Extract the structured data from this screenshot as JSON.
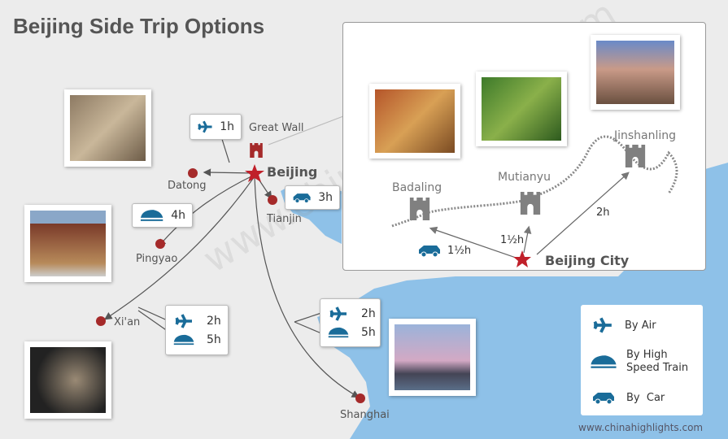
{
  "title": "Beijing Side Trip Options",
  "watermark": "www.chinahighlights.com",
  "colors": {
    "land": "#ececec",
    "sea": "#8ec1e8",
    "accent_red": "#b0282d",
    "icon_blue": "#1a6c99",
    "gray_icon": "#808080"
  },
  "cities": {
    "beijing": "Beijing",
    "great_wall": "Great Wall",
    "datong": "Datong",
    "tianjin": "Tianjin",
    "pingyao": "Pingyao",
    "xian": "Xi'an",
    "shanghai": "Shanghai"
  },
  "routes": {
    "datong": {
      "icon": "plane-icon",
      "time": "1h"
    },
    "tianjin": {
      "icon": "car-icon",
      "time": "3h"
    },
    "pingyao": {
      "icon": "train-icon",
      "time": "4h"
    },
    "xian": [
      {
        "icon": "plane-icon",
        "time": "2h"
      },
      {
        "icon": "train-icon",
        "time": "5h"
      }
    ],
    "shanghai": [
      {
        "icon": "plane-icon",
        "time": "2h"
      },
      {
        "icon": "train-icon",
        "time": "5h"
      }
    ]
  },
  "inset": {
    "center": "Beijing City",
    "sections": [
      {
        "name": "Badaling",
        "time": "1½h",
        "icon": "car-icon"
      },
      {
        "name": "Mutianyu",
        "time": "1½h"
      },
      {
        "name": "Jinshanling",
        "time": "2h"
      }
    ]
  },
  "legend": [
    {
      "icon": "plane-icon",
      "label": "By Air"
    },
    {
      "icon": "train-icon",
      "label": "By High Speed Train"
    },
    {
      "icon": "car-icon",
      "label": "By  Car"
    }
  ],
  "footer_url": "www.chinahighlights.com"
}
